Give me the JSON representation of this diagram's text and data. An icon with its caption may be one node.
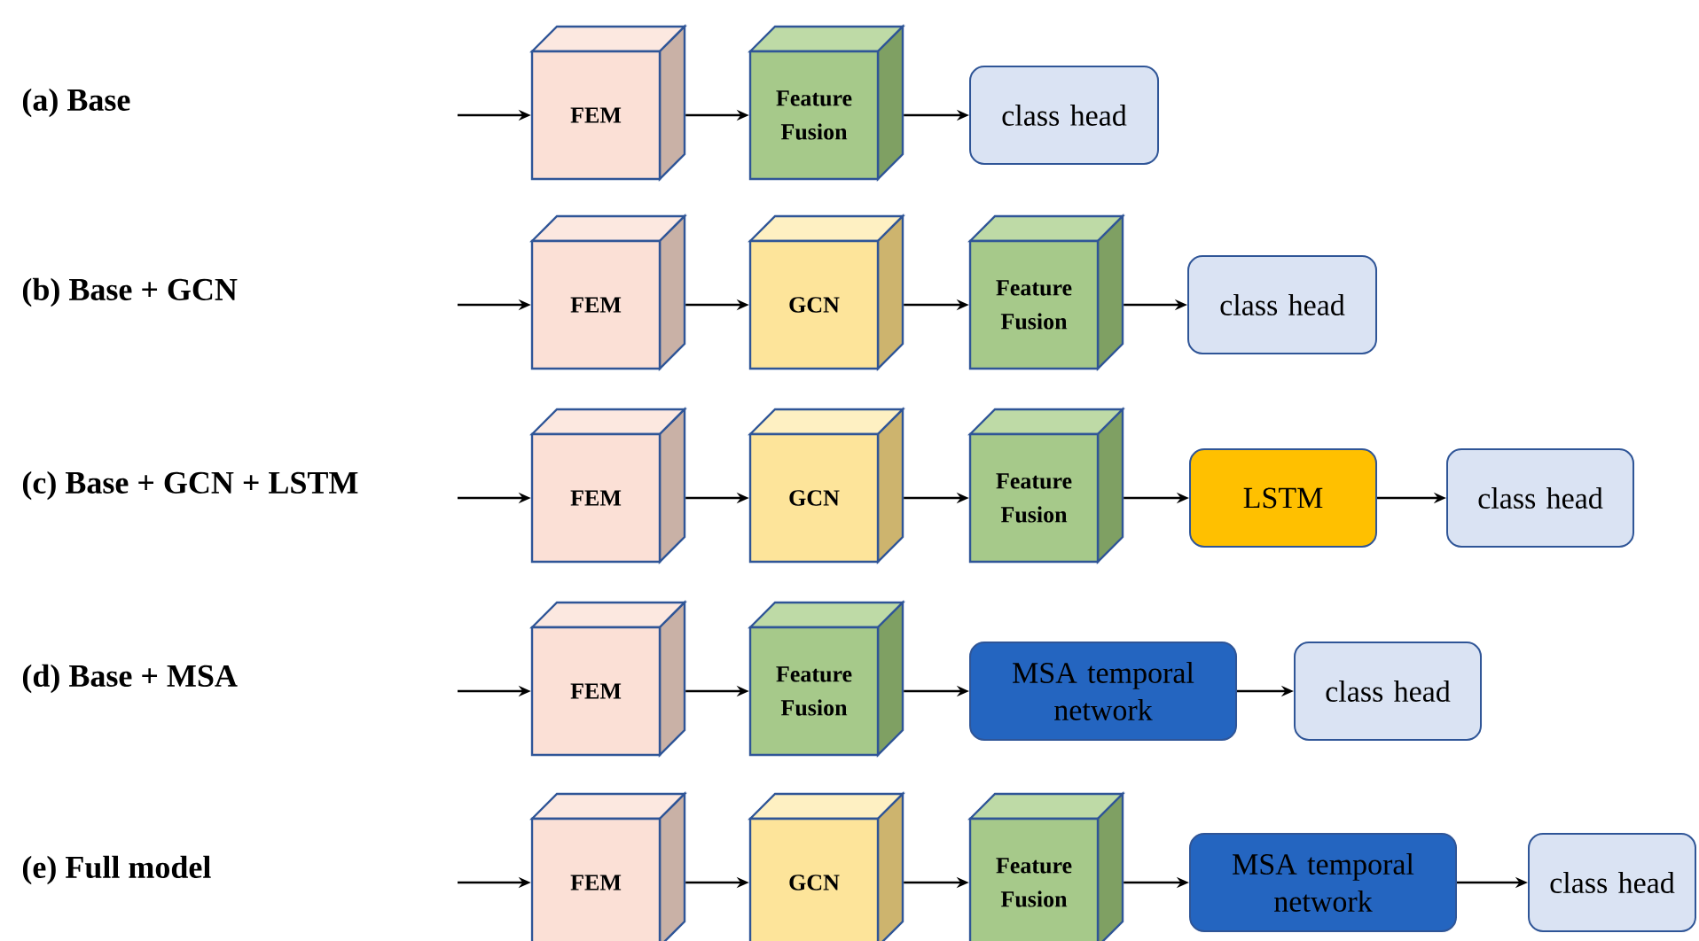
{
  "diagram": {
    "nodes": [
      {
        "text": [
          "FEM"
        ]
      },
      {
        "text": [
          "Feature Fusion"
        ]
      },
      {
        "text": [
          "class head"
        ]
      },
      {
        "text": [
          "FEM"
        ]
      },
      {
        "text": [
          "GCN"
        ]
      },
      {
        "text": [
          "Feature Fusion"
        ]
      },
      {
        "text": [
          "class head"
        ]
      },
      {
        "text": [
          "FEM"
        ]
      },
      {
        "text": [
          "GCN"
        ]
      },
      {
        "text": [
          "Feature Fusion"
        ]
      },
      {
        "text": [
          "LSTM"
        ]
      },
      {
        "text": [
          "class head"
        ]
      },
      {
        "text": [
          "FEM"
        ]
      },
      {
        "text": [
          "Feature Fusion"
        ]
      },
      {
        "text": [
          "MSA temporal network"
        ]
      },
      {
        "text": [
          "class head"
        ]
      },
      {
        "text": [
          "FEM"
        ]
      },
      {
        "text": [
          "GCN"
        ]
      },
      {
        "text": [
          "Feature Fusion"
        ]
      },
      {
        "text": [
          "MSA temporal network"
        ]
      },
      {
        "text": [
          "class head"
        ]
      }
    ],
    "edges": [
      {
        "from": null,
        "to": 0,
        "arrow": "to"
      },
      {
        "from": 0,
        "to": 1,
        "arrow": "to"
      },
      {
        "from": 1,
        "to": 2,
        "arrow": "to"
      },
      {
        "from": null,
        "to": 3,
        "arrow": "to"
      },
      {
        "from": 3,
        "to": 4,
        "arrow": "to"
      },
      {
        "from": 4,
        "to": 5,
        "arrow": "to"
      },
      {
        "from": 5,
        "to": 6,
        "arrow": "to"
      },
      {
        "from": null,
        "to": 7,
        "arrow": "to"
      },
      {
        "from": 7,
        "to": 8,
        "arrow": "to"
      },
      {
        "from": 8,
        "to": 9,
        "arrow": "to"
      },
      {
        "from": 9,
        "to": 10,
        "arrow": "to"
      },
      {
        "from": 10,
        "to": 11,
        "arrow": "to"
      },
      {
        "from": null,
        "to": 12,
        "arrow": "to"
      },
      {
        "from": 12,
        "to": 13,
        "arrow": "to"
      },
      {
        "from": 13,
        "to": 14,
        "arrow": "to"
      },
      {
        "from": 14,
        "to": 15,
        "arrow": "to"
      },
      {
        "from": null,
        "to": 16,
        "arrow": "to"
      },
      {
        "from": 16,
        "to": 17,
        "arrow": "to"
      },
      {
        "from": 17,
        "to": 18,
        "arrow": "to"
      },
      {
        "from": 18,
        "to": 19,
        "arrow": "to"
      },
      {
        "from": 19,
        "to": 20,
        "arrow": "to"
      }
    ],
    "labels": [
      "(a) Base",
      "(b) Base + GCN",
      "(c) Base + GCN + LSTM",
      "(d) Base + MSA",
      "(e) Full model"
    ]
  }
}
